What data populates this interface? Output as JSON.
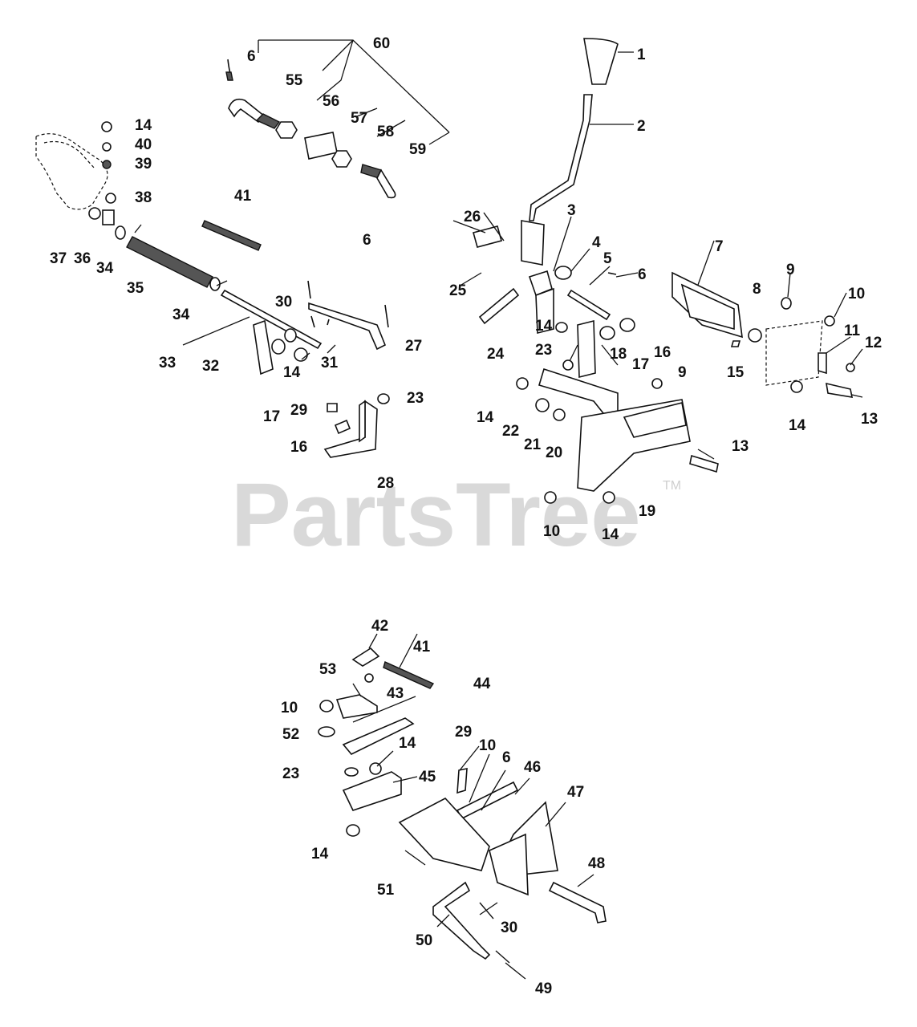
{
  "watermark": {
    "text": "PartsTree",
    "trademark": "TM"
  },
  "callouts": {
    "c1": "1",
    "c2": "2",
    "c3": "3",
    "c4": "4",
    "c5": "5",
    "c6a": "6",
    "c6b": "6",
    "c6c": "6",
    "c6d": "6",
    "c7": "7",
    "c8": "8",
    "c9a": "9",
    "c9b": "9",
    "c10a": "10",
    "c10b": "10",
    "c10c": "10",
    "c10d": "10",
    "c11": "11",
    "c12": "12",
    "c13a": "13",
    "c13b": "13",
    "c14a": "14",
    "c14b": "14",
    "c14c": "14",
    "c14d": "14",
    "c14e": "14",
    "c14f": "14",
    "c14g": "14",
    "c14h": "14",
    "c15": "15",
    "c16a": "16",
    "c16b": "16",
    "c17a": "17",
    "c17b": "17",
    "c18": "18",
    "c19": "19",
    "c20": "20",
    "c21": "21",
    "c22": "22",
    "c23a": "23",
    "c23b": "23",
    "c23c": "23",
    "c24": "24",
    "c25": "25",
    "c26": "26",
    "c27": "27",
    "c28": "28",
    "c29a": "29",
    "c29b": "29",
    "c30a": "30",
    "c30b": "30",
    "c31": "31",
    "c32": "32",
    "c33": "33",
    "c34a": "34",
    "c34b": "34",
    "c35": "35",
    "c36": "36",
    "c37": "37",
    "c38": "38",
    "c39": "39",
    "c40": "40",
    "c41a": "41",
    "c41b": "41",
    "c42": "42",
    "c43": "43",
    "c44": "44",
    "c45": "45",
    "c46": "46",
    "c47": "47",
    "c48": "48",
    "c49": "49",
    "c50": "50",
    "c51": "51",
    "c52": "52",
    "c53": "53",
    "c55": "55",
    "c56": "56",
    "c57": "57",
    "c58": "58",
    "c59": "59",
    "c60": "60"
  }
}
